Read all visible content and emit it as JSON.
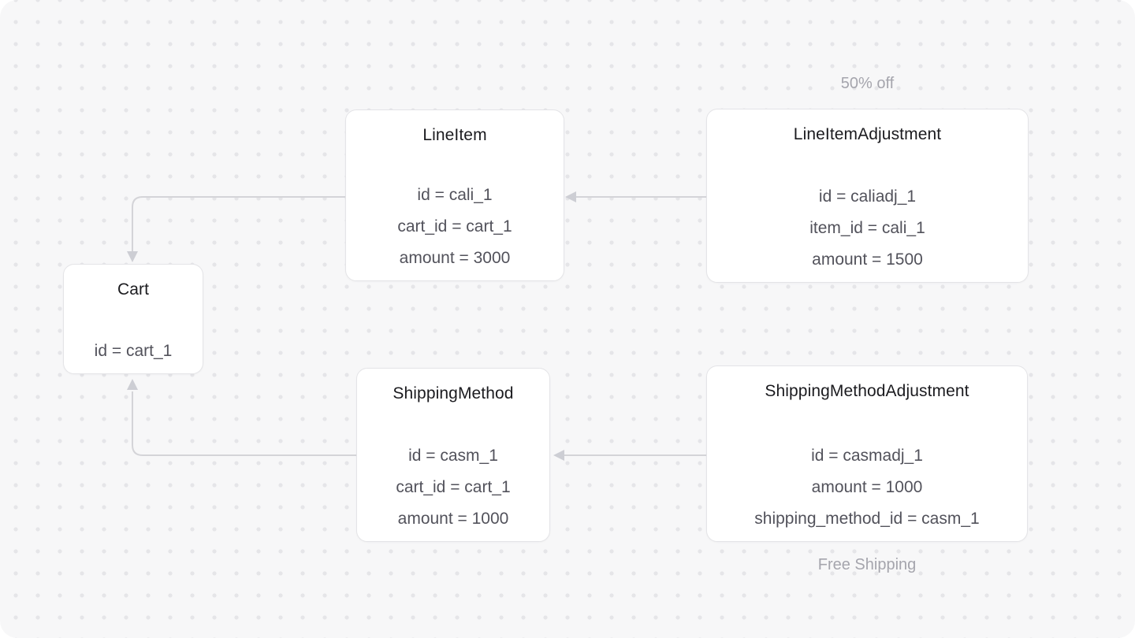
{
  "canvas": {
    "background_color": "#f7f7f8",
    "dot_color": "#e5e5e8",
    "node_background_color": "#ffffff",
    "node_border_color": "#e4e4e7",
    "title_color": "#1b1b1f",
    "attribute_color": "#52525b",
    "annotation_color": "#a5a5ad",
    "connector_color": "#d4d4d8"
  },
  "nodes": [
    {
      "id": "cart",
      "title": "Cart",
      "attrs": [
        "id = cart_1"
      ]
    },
    {
      "id": "line-item",
      "title": "LineItem",
      "attrs": [
        "id = cali_1",
        "cart_id = cart_1",
        "amount = 3000"
      ]
    },
    {
      "id": "line-item-adjustment",
      "title": "LineItemAdjustment",
      "attrs": [
        "id = caliadj_1",
        "item_id = cali_1",
        "amount = 1500"
      ]
    },
    {
      "id": "shipping-method",
      "title": "ShippingMethod",
      "attrs": [
        "id = casm_1",
        "cart_id = cart_1",
        "amount = 1000"
      ]
    },
    {
      "id": "shipping-method-adjustment",
      "title": "ShippingMethodAdjustment",
      "attrs": [
        "id = casmadj_1",
        "amount = 1000",
        "shipping_method_id = casm_1"
      ]
    }
  ],
  "annotations": [
    {
      "text": "50% off"
    },
    {
      "text": "Free Shipping"
    }
  ],
  "edges": [
    {
      "from": "line-item-adjustment",
      "to": "line-item"
    },
    {
      "from": "shipping-method-adjustment",
      "to": "shipping-method"
    },
    {
      "from": "line-item",
      "to": "cart"
    },
    {
      "from": "shipping-method",
      "to": "cart"
    }
  ]
}
